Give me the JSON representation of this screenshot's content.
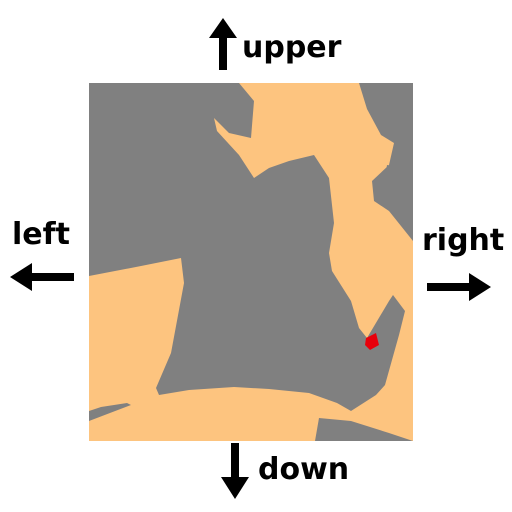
{
  "controls": {
    "upper_label": "upper",
    "down_label": "down",
    "left_label": "left",
    "right_label": "right"
  },
  "colors": {
    "floor": "#fdc47f",
    "wall": "#808080",
    "agent": "#e8000b",
    "arrow": "#000000",
    "background": "#ffffff"
  }
}
